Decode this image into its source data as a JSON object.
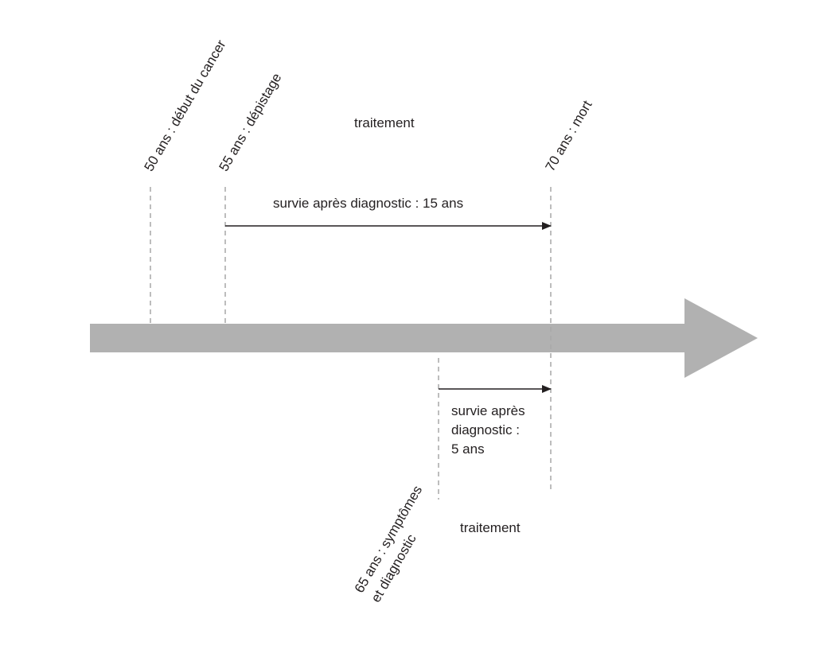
{
  "markers": {
    "cancer_onset": "50 ans : début du cancer",
    "screening": "55 ans : dépistage",
    "death": "70 ans : mort",
    "symptoms_line1": "65 ans : symptômes",
    "symptoms_line2": "et diagnostic"
  },
  "treatment_top": "traitement",
  "treatment_bottom": "traitement",
  "survival_top": "survie après diagnostic : 15 ans",
  "survival_bottom": {
    "line1": "survie après",
    "line2": "diagnostic :",
    "line3": "5 ans"
  },
  "colors": {
    "timeline": "#b1b1b1",
    "dashes": "#a7a7a7",
    "arrows": "#231f20",
    "text": "#231f20"
  }
}
